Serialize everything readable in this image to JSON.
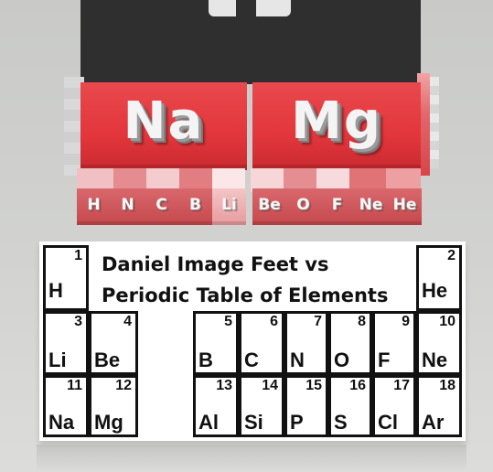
{
  "scene": {
    "big_tiles": [
      {
        "symbol": "Na"
      },
      {
        "symbol": "Mg"
      }
    ],
    "small_tiles": [
      "H",
      "N",
      "C",
      "B",
      "Li",
      "Be",
      "O",
      "F",
      "Ne",
      "He"
    ],
    "colors": {
      "tile_red": "#e2363c",
      "tile_light": "#f3c6c7",
      "dark_block": "#2f2f2f"
    }
  },
  "table": {
    "title_line1": "Daniel Image Feet vs",
    "title_line2": "Periodic Table of Elements",
    "elements": [
      {
        "num": "1",
        "sym": "H"
      },
      {
        "num": "2",
        "sym": "He"
      },
      {
        "num": "3",
        "sym": "Li"
      },
      {
        "num": "4",
        "sym": "Be"
      },
      {
        "num": "5",
        "sym": "B"
      },
      {
        "num": "6",
        "sym": "C"
      },
      {
        "num": "7",
        "sym": "N"
      },
      {
        "num": "8",
        "sym": "O"
      },
      {
        "num": "9",
        "sym": "F"
      },
      {
        "num": "10",
        "sym": "Ne"
      },
      {
        "num": "11",
        "sym": "Na"
      },
      {
        "num": "12",
        "sym": "Mg"
      },
      {
        "num": "13",
        "sym": "Al"
      },
      {
        "num": "14",
        "sym": "Si"
      },
      {
        "num": "15",
        "sym": "P"
      },
      {
        "num": "16",
        "sym": "S"
      },
      {
        "num": "17",
        "sym": "Cl"
      },
      {
        "num": "18",
        "sym": "Ar"
      }
    ]
  }
}
